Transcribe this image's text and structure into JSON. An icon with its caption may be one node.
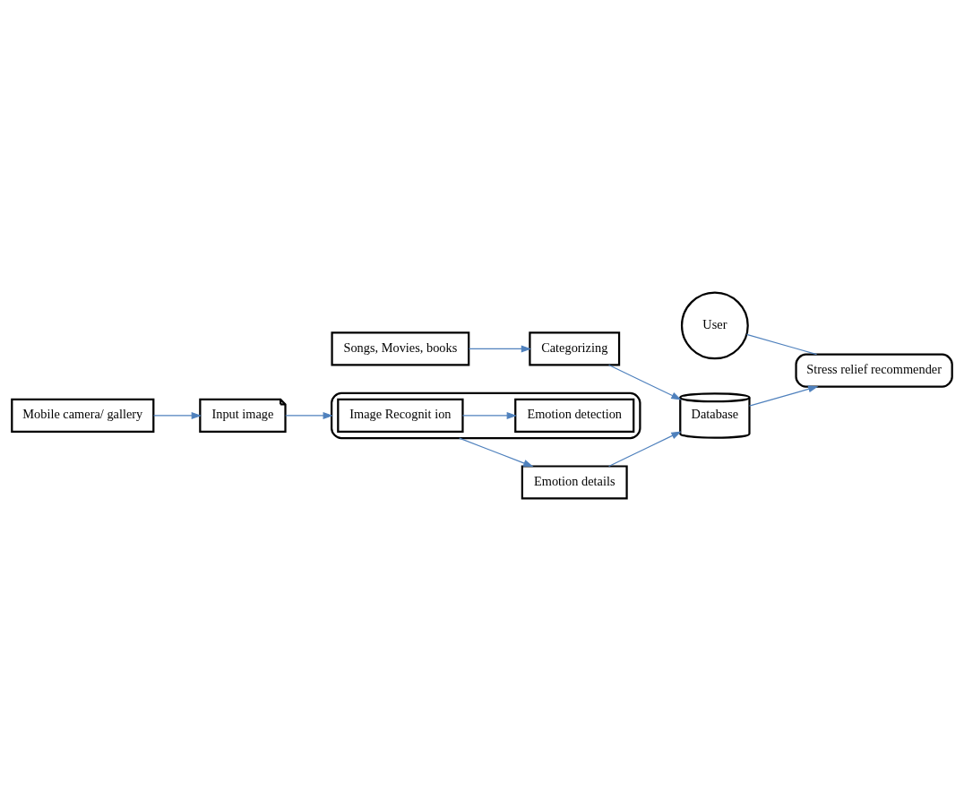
{
  "diagram": {
    "nodes": [
      {
        "text": [
          "User"
        ]
      },
      {
        "text": [
          "Stress relief recommender"
        ]
      },
      {
        "text": [
          "Songs, Movies, books"
        ]
      },
      {
        "text": [
          "Categorizing"
        ]
      },
      {
        "text": [
          "Database"
        ]
      },
      {
        "text": [
          "Mobile camera/ gallery"
        ]
      },
      {
        "text": [
          "Input image"
        ]
      },
      {
        "text": [],
        "shape": "box"
      },
      {
        "text": [
          "Image Recognit ion"
        ],
        "in": 7
      },
      {
        "text": [
          "Emotion detection"
        ],
        "in": 7
      },
      {
        "text": [
          "Emotion details"
        ]
      }
    ],
    "edges": [
      {
        "from": 0,
        "to": 1,
        "arrow": "none"
      },
      {
        "from": 4,
        "to": 1,
        "arrow": "to"
      },
      {
        "from": 2,
        "to": 3,
        "arrow": "to"
      },
      {
        "from": 3,
        "to": 4,
        "arrow": "to"
      },
      {
        "from": 5,
        "to": 6,
        "arrow": "to"
      },
      {
        "from": 6,
        "to": 7,
        "arrow": "to"
      },
      {
        "from": 8,
        "to": 9,
        "arrow": "to"
      },
      {
        "from": 7,
        "to": 10,
        "arrow": "to"
      },
      {
        "from": 10,
        "to": 4,
        "arrow": "to"
      }
    ]
  }
}
